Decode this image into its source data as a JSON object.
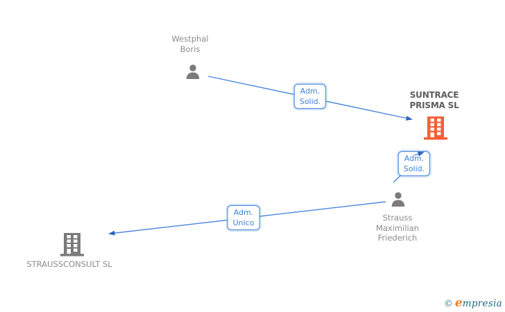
{
  "diagram_title": "corporate-relationship-chart",
  "colors": {
    "arrow_blue": "#4a87dd",
    "arrowhead_blue": "#2f63c1",
    "edge_label_blue": "#3f82d6",
    "highlight_company_orange": "#f45f38",
    "node_gray": "#7b7b7b",
    "name_text_gray": "#8b8b8b",
    "bold_name_gray": "#5d5d5d",
    "logo_teal": "#1f6a7c",
    "logo_orange": "#ee7d26"
  },
  "nodes": {
    "westphal": {
      "type": "person",
      "name_lines": [
        "Westphal",
        "Boris"
      ]
    },
    "suntrace": {
      "type": "company",
      "name_lines": [
        "SUNTRACE",
        "PRISMA SL"
      ],
      "highlighted": true
    },
    "strauss": {
      "type": "person",
      "name_lines": [
        "Strauss",
        "Maximilian",
        "Friederich"
      ]
    },
    "straussconsult": {
      "type": "company",
      "name_lines": [
        "STRAUSSCONSULT SL"
      ],
      "highlighted": false
    }
  },
  "edges": [
    {
      "from": "Westphal Boris",
      "to": "SUNTRACE PRISMA SL",
      "label_lines": [
        "Adm.",
        "Solid."
      ]
    },
    {
      "from": "Strauss Maximilian Friederich",
      "to": "SUNTRACE PRISMA SL",
      "label_lines": [
        "Adm.",
        "Solid."
      ]
    },
    {
      "from": "Strauss Maximilian Friederich",
      "to": "STRAUSSCONSULT SL",
      "label_lines": [
        "Adm.",
        "Unico"
      ]
    }
  ],
  "logo": {
    "copyright": "©",
    "brand_initial": "e",
    "brand_rest": "mpresia"
  }
}
